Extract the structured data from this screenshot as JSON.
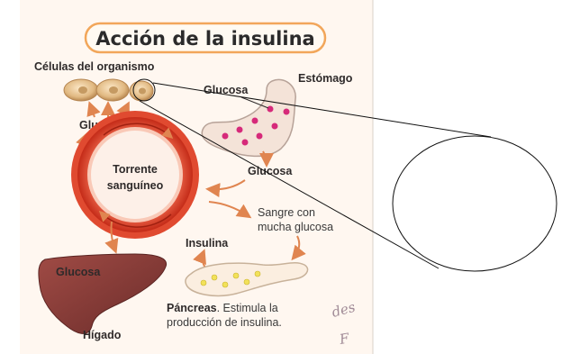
{
  "title": "Acción de la insulina",
  "labels": {
    "cells": "Células del organismo",
    "stomach": "Estómago",
    "glucose_stomach": "Glucosa",
    "glucose_cells": "Glucosa",
    "glucose_blood": "Glucosa",
    "bloodstream_line1": "Torrente",
    "bloodstream_line2": "sanguíneo",
    "blood_glucose_line1": "Sangre con",
    "blood_glucose_line2": "mucha glucosa",
    "insulin": "Insulina",
    "glucose_liver": "Glucosa",
    "liver": "Hígado",
    "pancreas_bold": "Páncreas",
    "pancreas_desc_line1": ". Estimula la",
    "pancreas_desc_line2": "producción de insulina."
  },
  "handwriting": {
    "line1": "des",
    "line2": "F"
  },
  "colors": {
    "title_border": "#f2a65a",
    "title_fill": "#fffaf2",
    "ring_outer": "#e0452e",
    "ring_inner": "#f6a78d",
    "arrow": "#e08550",
    "stomach": "#f4e3d8",
    "glucose_dot": "#d62a7a",
    "liver": "#8a3f3a",
    "pancreas": "#fbeee0",
    "insulin_dot": "#f2e15a",
    "cell": "#e9c79a"
  }
}
